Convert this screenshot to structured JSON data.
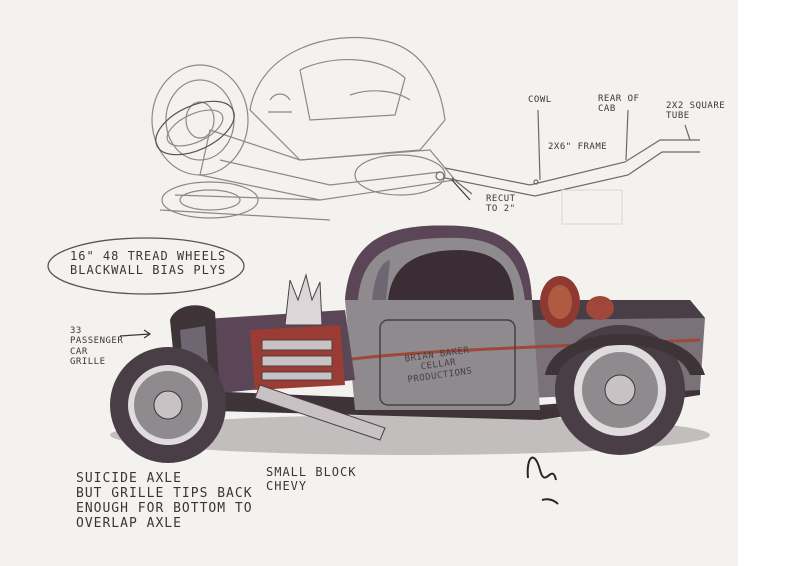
{
  "annotations": {
    "wheels": "16\" 48 TREAD WHEELS\nBLACKWALL BIAS PLYS",
    "grille": "33\nPASSENGER\nCAR\nGRILLE",
    "cowl": "COWL",
    "rear_cab": "REAR OF\nCAB",
    "tube": "2x2 SQUARE\nTUBE",
    "frame": "2x6\" FRAME",
    "recut": "RECUT\nTO 2\"",
    "axle": "SUICIDE AXLE\nBUT GRILLE TIPS BACK\nENOUGH FOR BOTTOM TO\nOVERLAP AXLE",
    "engine": "SMALL BLOCK\nCHEVY",
    "door_sign": "BRIAN BAKER\nCELLAR\nPRODUCTIONS"
  },
  "colors": {
    "paper": "#f4f2ee",
    "ink": "#3a3638",
    "body_plum": "#5a4656",
    "body_grey": "#8e8a8e",
    "rust": "#a0463a"
  }
}
